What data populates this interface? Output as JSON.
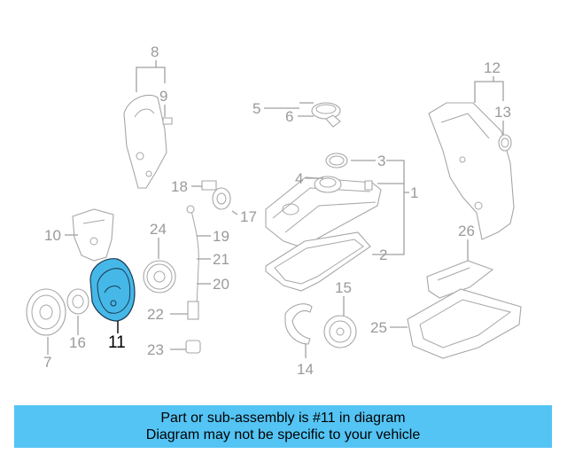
{
  "diagram": {
    "highlight_color": "#45b8e8",
    "highlighted_part": "11",
    "labels": [
      "1",
      "2",
      "3",
      "4",
      "5",
      "6",
      "7",
      "8",
      "9",
      "10",
      "11",
      "12",
      "13",
      "14",
      "15",
      "16",
      "17",
      "18",
      "19",
      "20",
      "21",
      "22",
      "23",
      "24",
      "25",
      "26"
    ]
  },
  "banner": {
    "background": "#54c4f4",
    "line1": "Part or sub-assembly is #11 in diagram",
    "line2": "Diagram may not be specific to your vehicle"
  }
}
